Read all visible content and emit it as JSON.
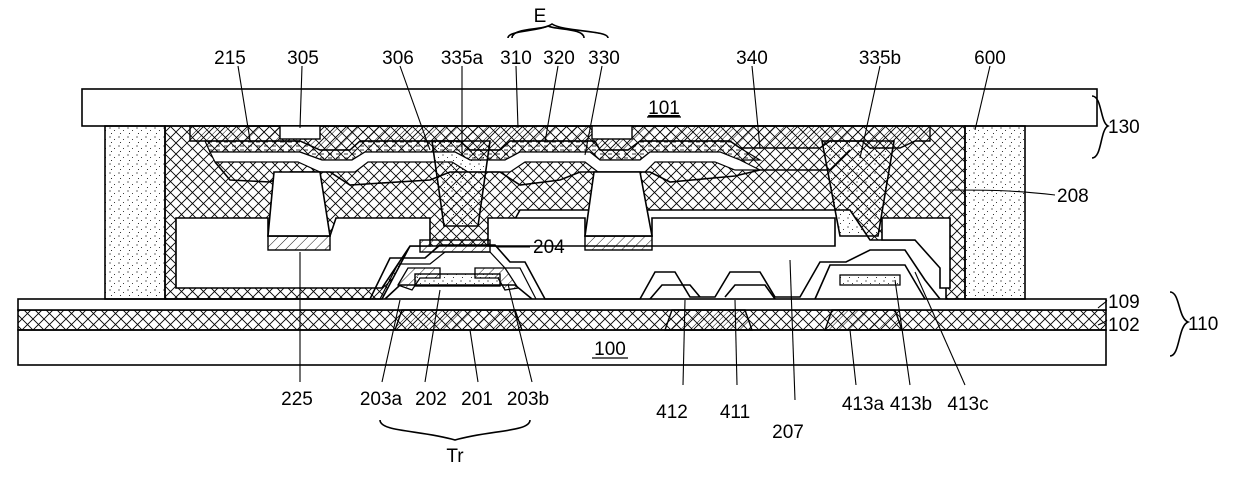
{
  "labels": {
    "E": "E",
    "l215": "215",
    "l305": "305",
    "l306": "306",
    "l335a": "335a",
    "l310": "310",
    "l320": "320",
    "l330": "330",
    "l340": "340",
    "l335b": "335b",
    "l600": "600",
    "l101": "101",
    "l130": "130",
    "l208": "208",
    "l204": "204",
    "l109": "109",
    "l102": "102",
    "l110": "110",
    "l100": "100",
    "l225": "225",
    "l203a": "203a",
    "l202": "202",
    "l201": "201",
    "l203b": "203b",
    "l412": "412",
    "l411": "411",
    "l207": "207",
    "l413a": "413a",
    "l413b": "413b",
    "l413c": "413c",
    "Tr": "Tr"
  }
}
